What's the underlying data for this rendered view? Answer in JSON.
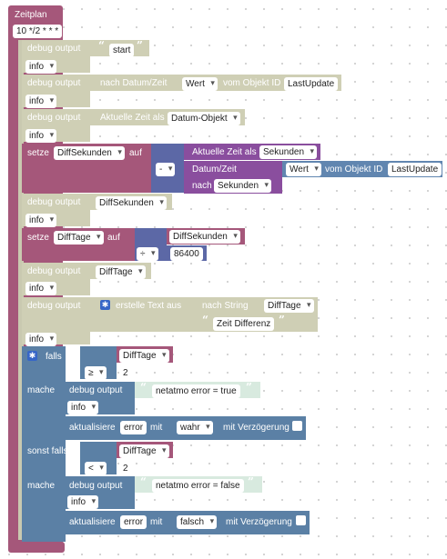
{
  "trigger": {
    "title": "Zeitplan",
    "cron": "10 */2 * * *"
  },
  "row1": {
    "label": "debug output",
    "text": "start",
    "level": "info"
  },
  "row2": {
    "label": "debug output",
    "prefix": "nach Datum/Zeit",
    "mode": "Wert",
    "mid": "vom Objekt ID",
    "object": "LastUpdate",
    "level": "info"
  },
  "row3": {
    "label": "debug output",
    "prefix": "Aktuelle Zeit als",
    "format": "Datum-Objekt",
    "level": "info"
  },
  "row4": {
    "set": "setze",
    "var": "DiffSekunden",
    "auf": "auf",
    "op": "-",
    "now_label": "Aktuelle Zeit als",
    "now_unit": "Sekunden",
    "date_label": "Datum/Zeit",
    "date_mode": "Wert",
    "date_mid": "vom Objekt ID",
    "date_object": "LastUpdate",
    "nach_label": "nach",
    "nach_unit": "Sekunden"
  },
  "row5": {
    "label": "debug output",
    "var": "DiffSekunden",
    "level": "info"
  },
  "row6": {
    "set": "setze",
    "var": "DiffTage",
    "auf": "auf",
    "source": "DiffSekunden",
    "op": "÷",
    "divisor": "86400"
  },
  "row7": {
    "label": "debug output",
    "var": "DiffTage",
    "level": "info"
  },
  "row8": {
    "label": "debug output",
    "create": "erstelle Text aus",
    "nach_string": "nach String",
    "var": "DiffTage",
    "text": "Zeit Differenz",
    "level": "info"
  },
  "if1": {
    "falls": "falls",
    "var": "DiffTage",
    "op": "≥",
    "value": "2",
    "mache": "mache",
    "debug_label": "debug output",
    "debug_text": "netatmo error = true",
    "level": "info",
    "upd_label": "aktualisiere",
    "upd_target": "error",
    "mit": "mit",
    "upd_value": "wahr",
    "delay": "mit Verzögerung"
  },
  "if2": {
    "sonst": "sonst falls",
    "var": "DiffTage",
    "op": "<",
    "value": "2",
    "mache": "mache",
    "debug_label": "debug output",
    "debug_text": "netatmo error = false",
    "level": "info",
    "upd_label": "aktualisiere",
    "upd_target": "error",
    "mit": "mit",
    "upd_value": "falsch",
    "delay": "mit Verzögerung"
  }
}
